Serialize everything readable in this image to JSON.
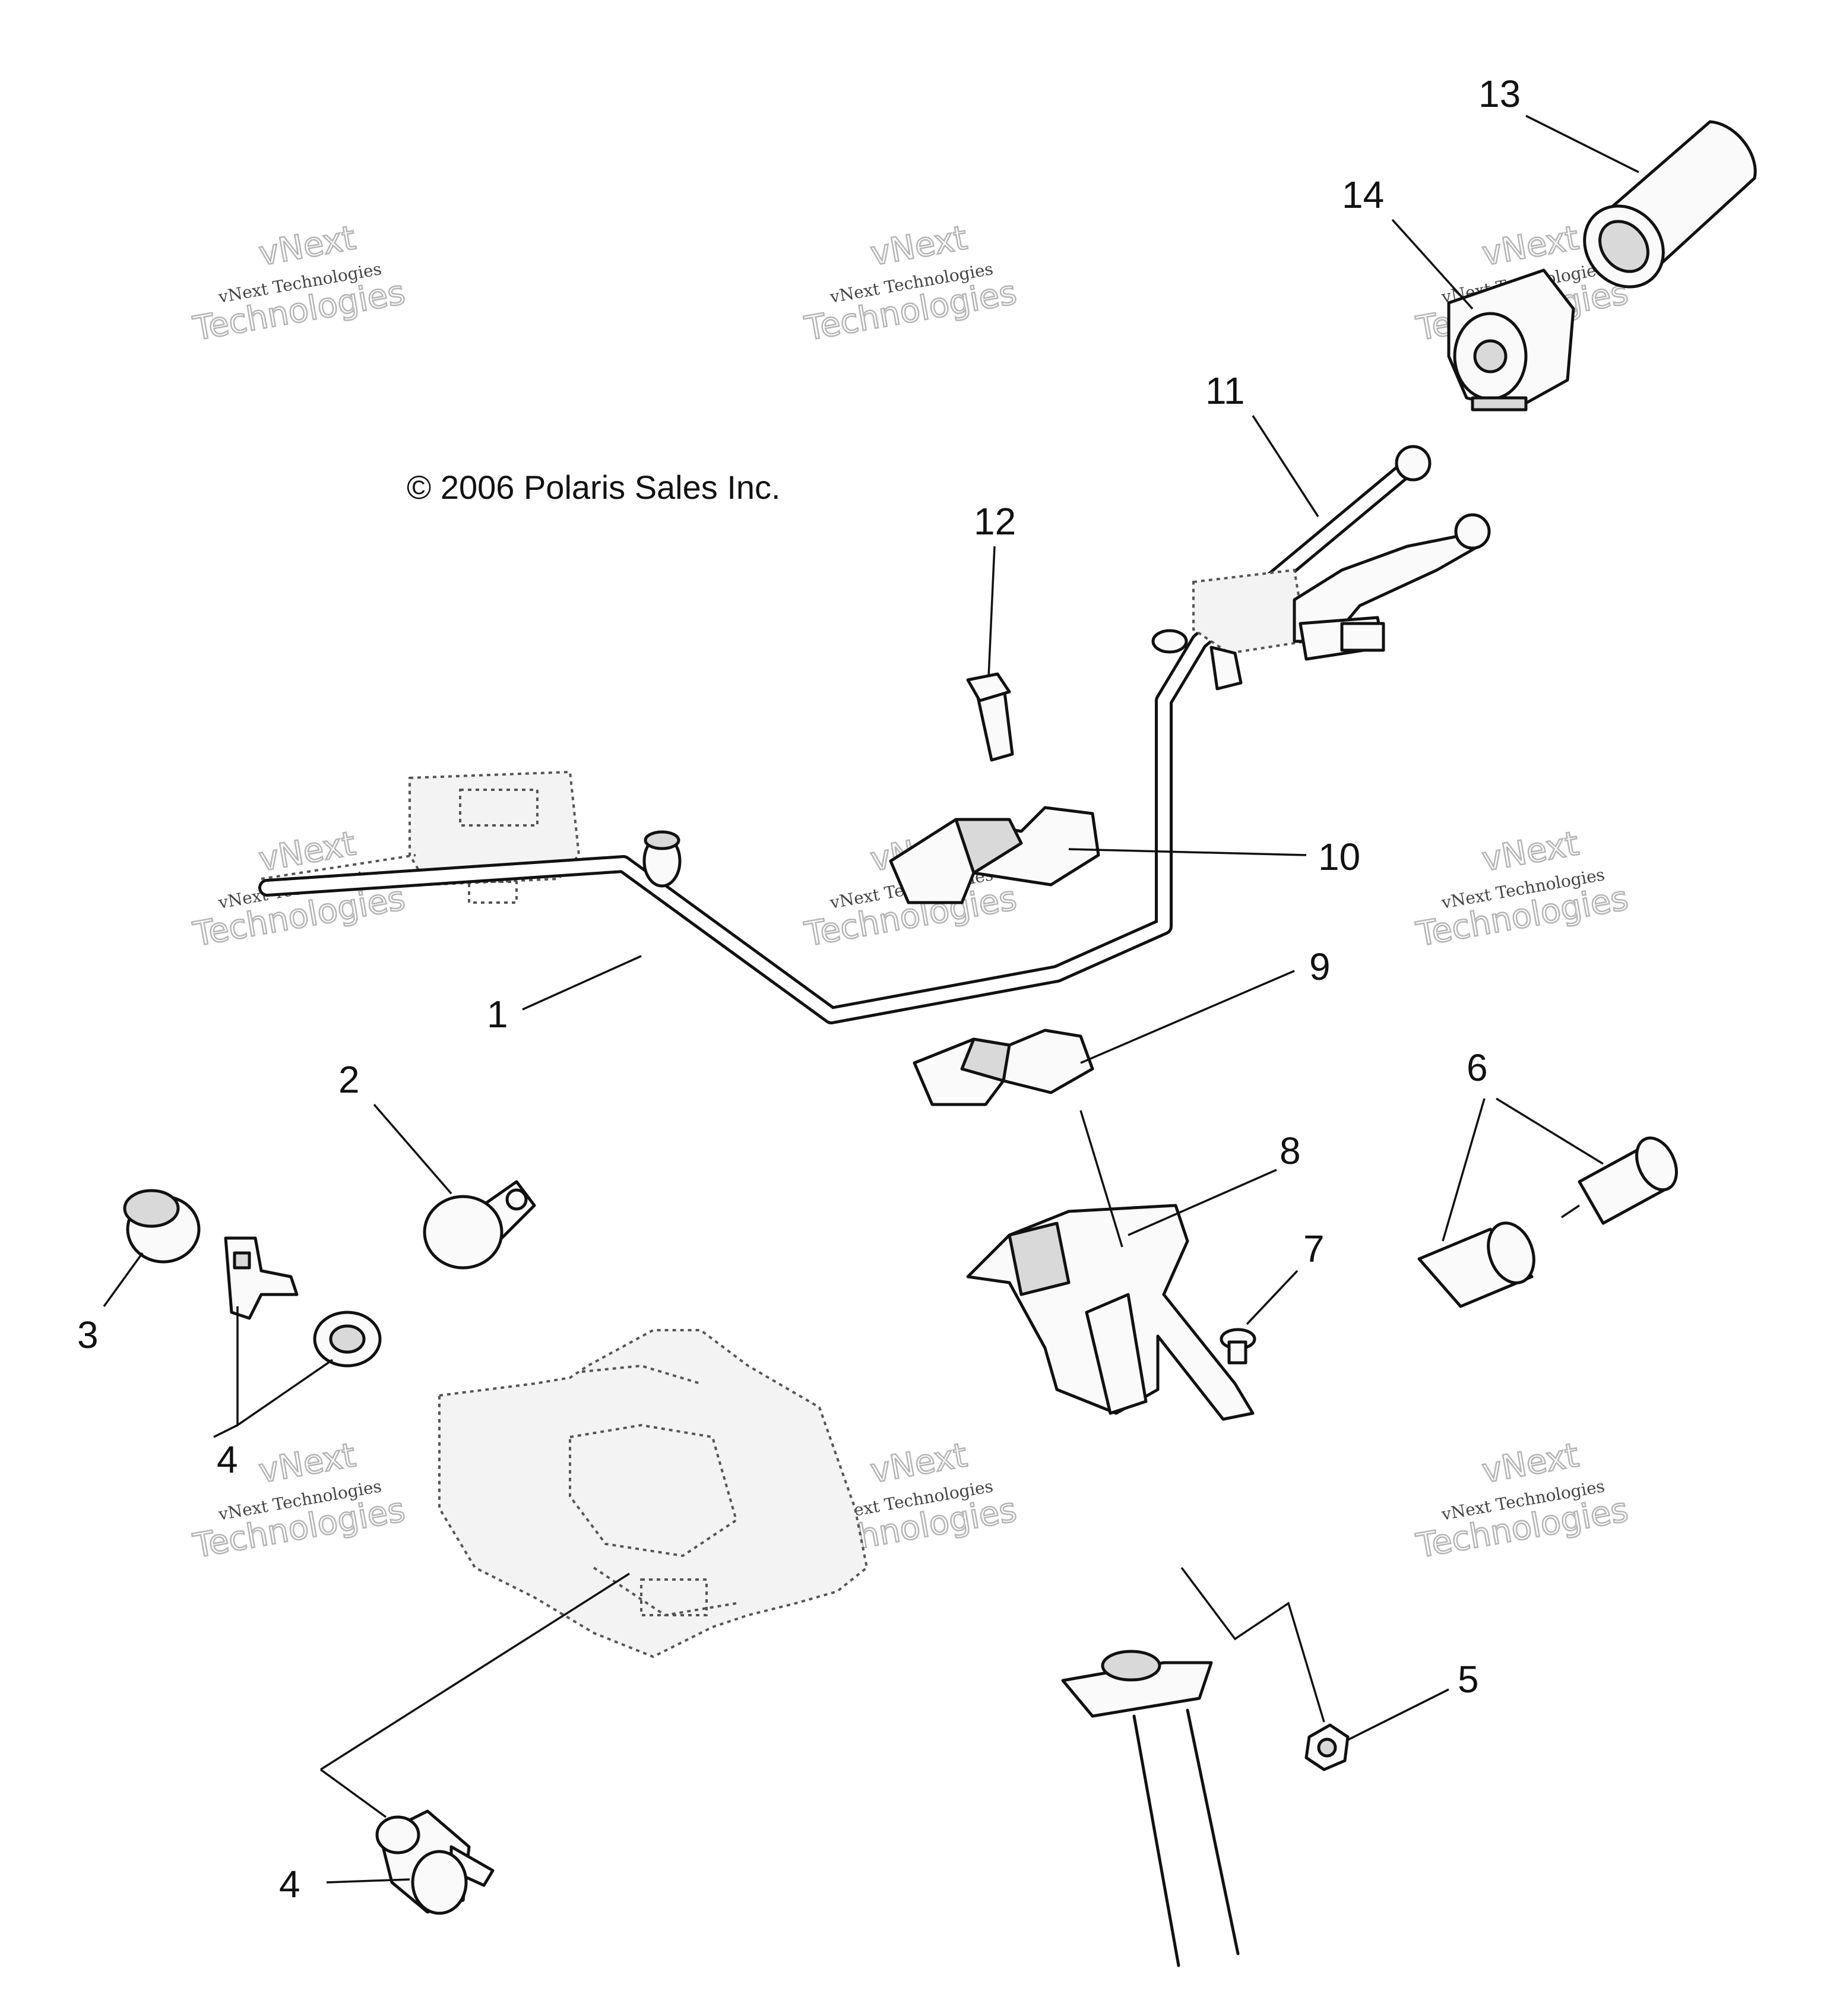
{
  "copyright": "© 2006 Polaris Sales Inc.",
  "watermark": {
    "line1": "vNext",
    "line2": "vNext Technologies",
    "line3": "Technologies"
  },
  "callouts": {
    "c1": "1",
    "c2": "2",
    "c3": "3",
    "c4a": "4",
    "c4b": "4",
    "c5": "5",
    "c6": "6",
    "c7": "7",
    "c8": "8",
    "c9": "9",
    "c10": "10",
    "c11": "11",
    "c12": "12",
    "c13": "13",
    "c14": "14"
  }
}
